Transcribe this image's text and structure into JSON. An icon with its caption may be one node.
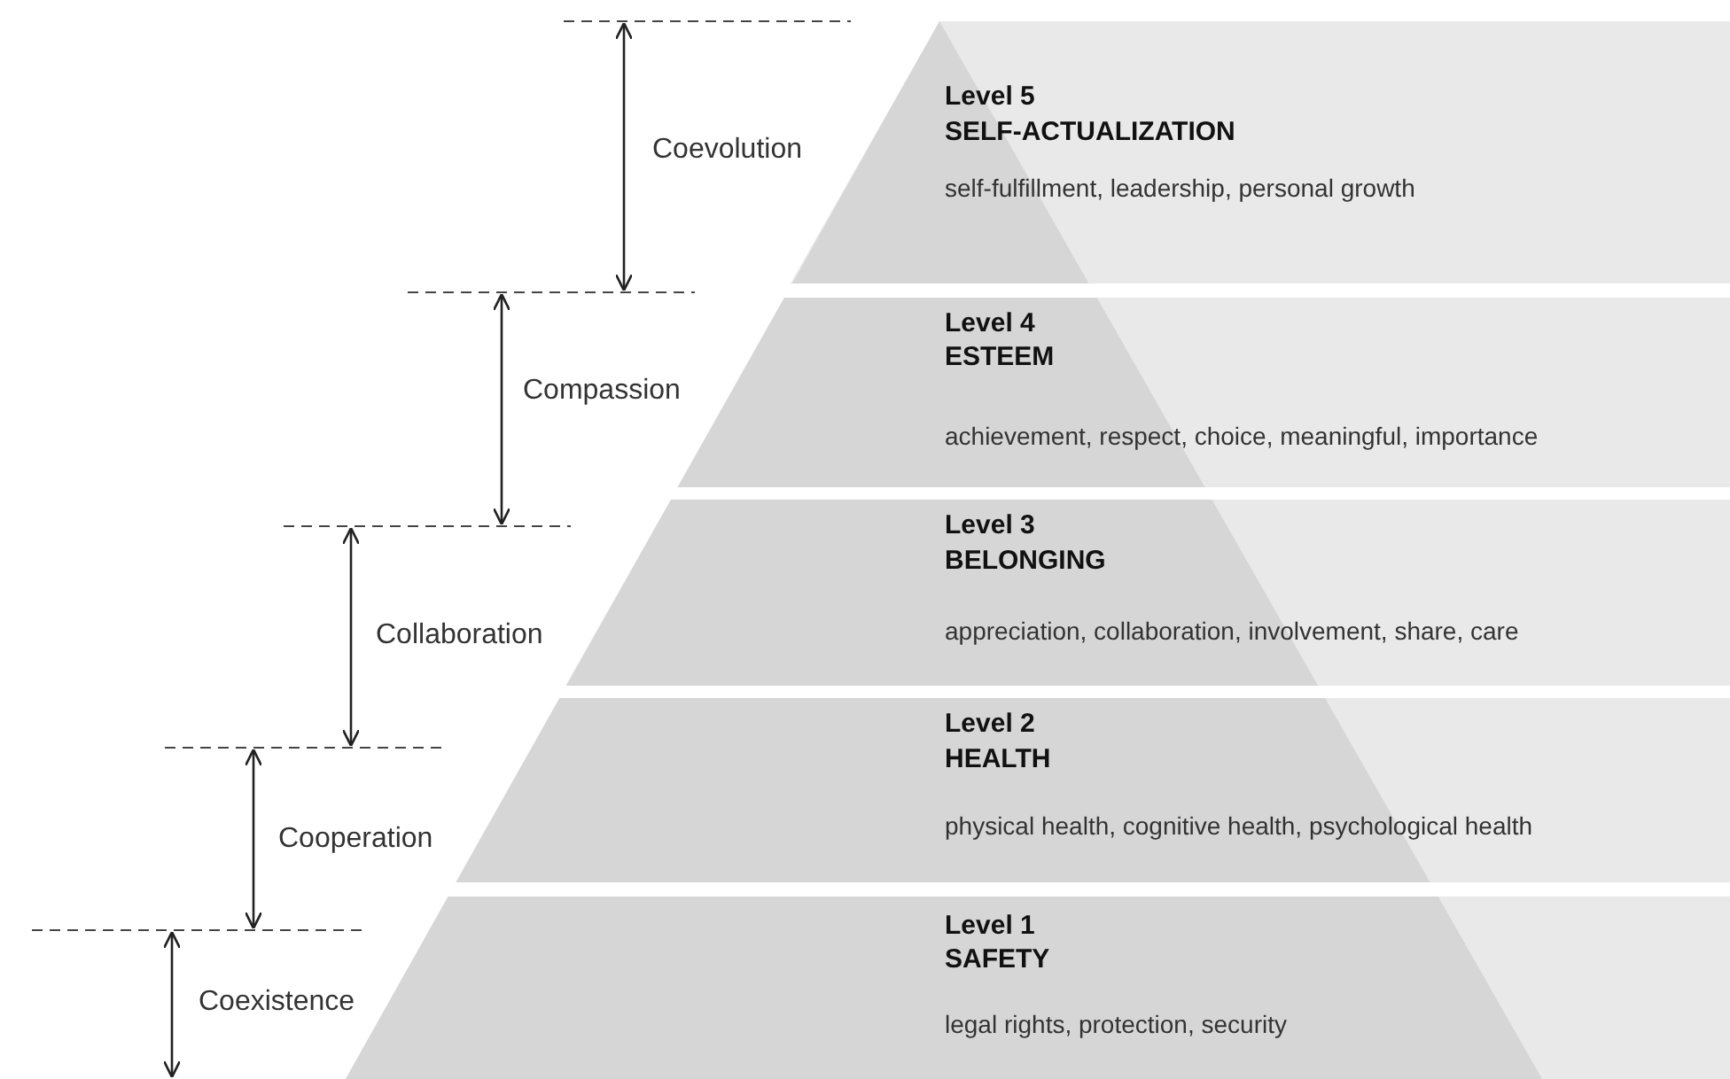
{
  "diagram": {
    "nodes": [
      {
        "text": [
          "Level 5",
          "SELF-ACTUALIZATION",
          "self-fulfillment, leadership, personal growth"
        ]
      },
      {
        "text": [
          "Level 4",
          "ESTEEM",
          "achievement, respect, choice, meaningful, importance"
        ]
      },
      {
        "text": [
          "Level 3",
          "BELONGING",
          "appreciation, collaboration, involvement, share, care"
        ]
      },
      {
        "text": [
          "Level 2",
          "HEALTH",
          "physical health, cognitive health, psychological health"
        ]
      },
      {
        "text": [
          "Level 1",
          "SAFETY",
          "legal rights, protection, security"
        ]
      }
    ],
    "labels": [
      "Coevolution",
      "Compassion",
      "Collaboration",
      "Cooperation",
      "Coexistence"
    ]
  }
}
